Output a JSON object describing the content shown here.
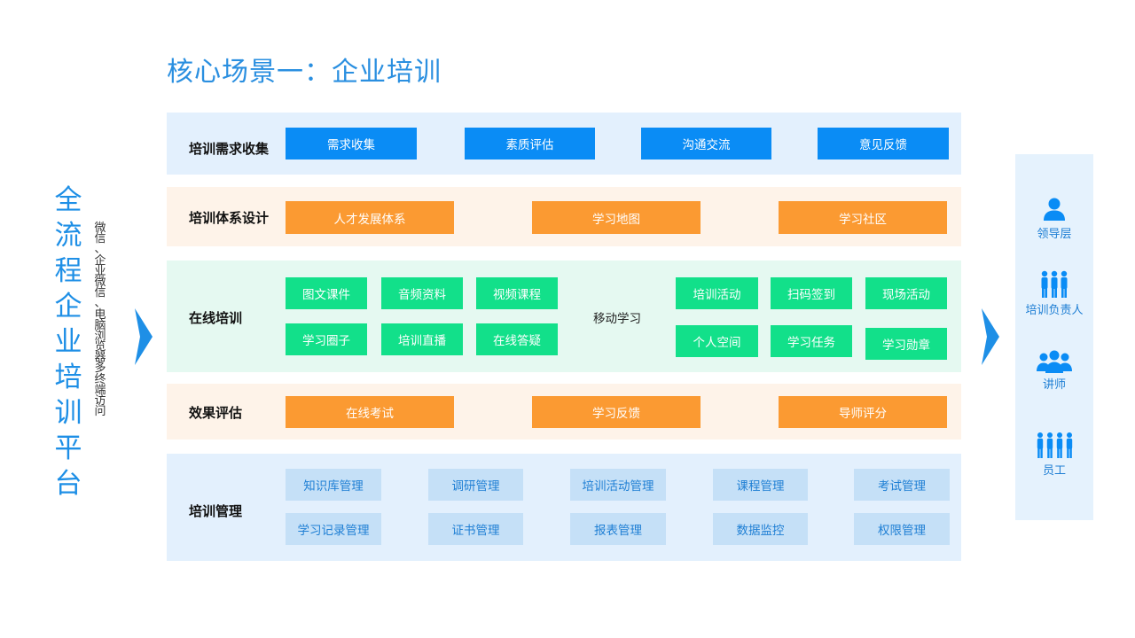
{
  "title": "核心场景一：企业培训",
  "side_title": [
    "全",
    "流",
    "程",
    "企",
    "业",
    "培",
    "训",
    "平",
    "台"
  ],
  "side_subtitle": [
    "微",
    "信",
    "、",
    "企",
    "业",
    "微",
    "信",
    "、",
    "电",
    "脑",
    "浏",
    "览",
    "器",
    "多",
    "终",
    "端",
    "访",
    "问"
  ],
  "rows": {
    "demand": {
      "label": "培训需求收集",
      "items": [
        "需求收集",
        "素质评估",
        "沟通交流",
        "意见反馈"
      ]
    },
    "system": {
      "label": "培训体系设计",
      "items": [
        "人才发展体系",
        "学习地图",
        "学习社区"
      ]
    },
    "online": {
      "label": "在线培训",
      "pc_items": [
        "图文课件",
        "音频资料",
        "视频课程",
        "学习圈子",
        "培训直播",
        "在线答疑"
      ],
      "mobile_label": "移动学习",
      "mobile_items": [
        "培训活动",
        "扫码签到",
        "现场活动",
        "个人空间",
        "学习任务",
        "学习勋章"
      ]
    },
    "evaluation": {
      "label": "效果评估",
      "items": [
        "在线考试",
        "学习反馈",
        "导师评分"
      ]
    },
    "management": {
      "label": "培训管理",
      "items": [
        "知识库管理",
        "调研管理",
        "培训活动管理",
        "课程管理",
        "考试管理",
        "学习记录管理",
        "证书管理",
        "报表管理",
        "数据监控",
        "权限管理"
      ]
    }
  },
  "roles": [
    {
      "label": "领导层",
      "icon": "single-person-icon"
    },
    {
      "label": "培训负责人",
      "icon": "three-people-icon"
    },
    {
      "label": "讲师",
      "icon": "group-icon"
    },
    {
      "label": "员工",
      "icon": "four-people-icon"
    }
  ],
  "colors": {
    "accent_blue": "#0a8cf5",
    "orange": "#fb9a32",
    "green": "#12e08a",
    "light_blue_box": "#c5e0f7",
    "row_blue_bg": "#e3f0fd",
    "row_orange_bg": "#fef3e9",
    "row_green_bg": "#e5f9f1"
  }
}
